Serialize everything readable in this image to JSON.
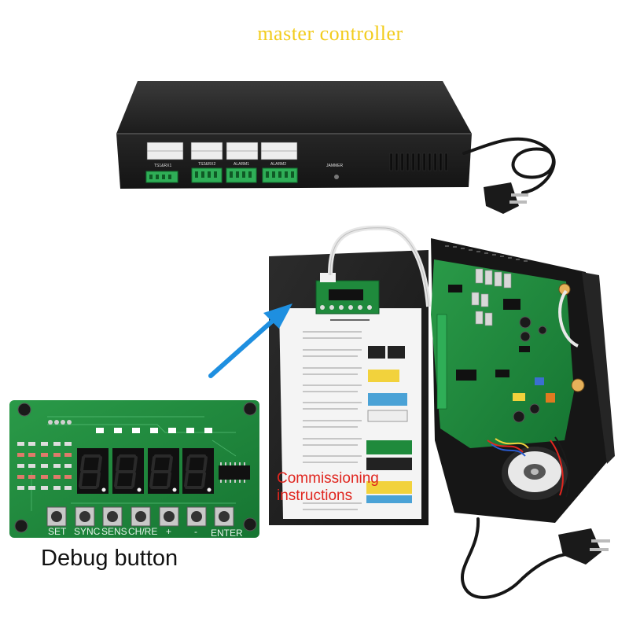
{
  "title": "master controller",
  "controller_ports": [
    "TS1&RX1",
    "TS2&RX2",
    "ALARM1",
    "ALARM2",
    "JAMMER"
  ],
  "debug_button_labels": [
    "SET",
    "SYNC",
    "SENS",
    "CH/RE",
    "+",
    "-",
    "ENTER"
  ],
  "commissioning_label": "Commissioning\ninstructions",
  "debug_label": "Debug button",
  "colors": {
    "title": "#f2cc1d",
    "commissioning": "#e0261f",
    "arrow": "#1e8fe0",
    "pcb": "#1f8a3c",
    "enclosure": "#1b1b1b"
  },
  "icons": [
    "power-plug-icon",
    "arrow-icon",
    "seven-segment-display",
    "tactile-button"
  ]
}
